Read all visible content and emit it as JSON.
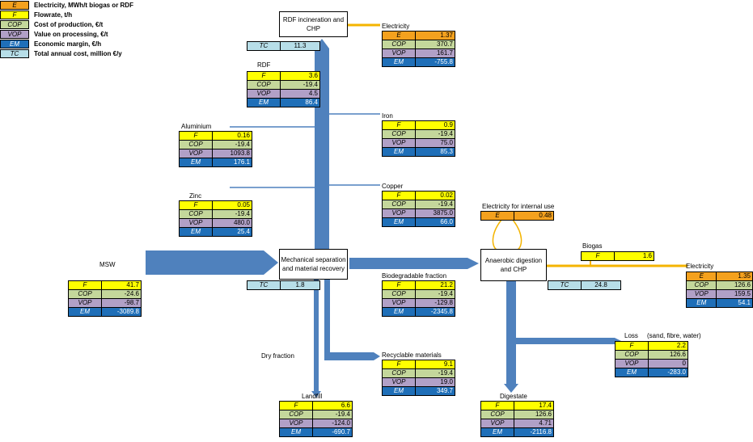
{
  "legend": [
    {
      "key": "E",
      "text": "Electricity, MWh/t biogas or RDF",
      "color": "#f4a11e"
    },
    {
      "key": "F",
      "text": "Flowrate, t/h",
      "color": "#ffff00"
    },
    {
      "key": "COP",
      "text": "Cost of production, €/t",
      "color": "#c4d79b"
    },
    {
      "key": "VOP",
      "text": "Value on processing, €/t",
      "color": "#b1a0c7"
    },
    {
      "key": "EM",
      "text": "Economic margin, €/h",
      "color": "#1f6fb8"
    },
    {
      "key": "TC",
      "text": "Total annual cost, million €/y",
      "color": "#b7dee8"
    }
  ],
  "nodes": {
    "rdf_chp": "RDF incineration and CHP",
    "mechanical": "Mechanical separation and material recovery",
    "anaerobic": "Anaerobic digestion and CHP"
  },
  "labels": {
    "rdf": "RDF",
    "electricity_top": "Electricity",
    "iron": "Iron",
    "aluminium": "Aluminium",
    "zinc": "Zinc",
    "copper": "Copper",
    "msw": "MSW",
    "biodegradable": "Biodegradable fraction",
    "recyclable": "Recyclable materials",
    "dry_fraction": "Dry fraction",
    "landfill": "Landfill",
    "elec_internal": "Electricity for internal use",
    "biogas": "Biogas",
    "electricity_right": "Electricity",
    "loss": "Loss",
    "loss_detail": "(sand, fibre, water)",
    "digestate": "Digestate"
  },
  "tc": {
    "rdf_chp": "11.3",
    "mechanical": "1.8",
    "anaerobic": "24.8"
  },
  "tables": {
    "electricity_top": [
      [
        "E",
        "1.37"
      ],
      [
        "COP",
        "370.7"
      ],
      [
        "VOP",
        "161.7"
      ],
      [
        "EM",
        "-755.8"
      ]
    ],
    "rdf": [
      [
        "F",
        "3.6"
      ],
      [
        "COP",
        "-19.4"
      ],
      [
        "VOP",
        "4.5"
      ],
      [
        "EM",
        "86.4"
      ]
    ],
    "iron": [
      [
        "F",
        "0.9"
      ],
      [
        "COP",
        "-19.4"
      ],
      [
        "VOP",
        "75.0"
      ],
      [
        "EM",
        "85.3"
      ]
    ],
    "aluminium": [
      [
        "F",
        "0.16"
      ],
      [
        "COP",
        "-19.4"
      ],
      [
        "VOP",
        "1093.8"
      ],
      [
        "EM",
        "176.1"
      ]
    ],
    "zinc": [
      [
        "F",
        "0.05"
      ],
      [
        "COP",
        "-19.4"
      ],
      [
        "VOP",
        "480.0"
      ],
      [
        "EM",
        "25.4"
      ]
    ],
    "copper": [
      [
        "F",
        "0.02"
      ],
      [
        "COP",
        "-19.4"
      ],
      [
        "VOP",
        "3875.0"
      ],
      [
        "EM",
        "66.0"
      ]
    ],
    "msw": [
      [
        "F",
        "41.7"
      ],
      [
        "COP",
        "-24.6"
      ],
      [
        "VOP",
        "-98.7"
      ],
      [
        "EM",
        "-3089.8"
      ]
    ],
    "biodegradable": [
      [
        "F",
        "21.2"
      ],
      [
        "COP",
        "-19.4"
      ],
      [
        "VOP",
        "-129.8"
      ],
      [
        "EM",
        "-2345.8"
      ]
    ],
    "recyclable": [
      [
        "F",
        "9.1"
      ],
      [
        "COP",
        "-19.4"
      ],
      [
        "VOP",
        "19.0"
      ],
      [
        "EM",
        "349.7"
      ]
    ],
    "landfill": [
      [
        "F",
        "6.6"
      ],
      [
        "COP",
        "-19.4"
      ],
      [
        "VOP",
        "-124.0"
      ],
      [
        "EM",
        "-690.7"
      ]
    ],
    "elec_internal": [
      [
        "E",
        "0.48"
      ]
    ],
    "biogas": [
      [
        "F",
        "1.6"
      ]
    ],
    "electricity_right": [
      [
        "E",
        "1.35"
      ],
      [
        "COP",
        "126.6"
      ],
      [
        "VOP",
        "159.5"
      ],
      [
        "EM",
        "54.1"
      ]
    ],
    "loss": [
      [
        "F",
        "2.2"
      ],
      [
        "COP",
        "126.6"
      ],
      [
        "VOP",
        "0"
      ],
      [
        "EM",
        "-283.0"
      ]
    ],
    "digestate": [
      [
        "F",
        "17.4"
      ],
      [
        "COP",
        "126.6"
      ],
      [
        "VOP",
        "4.71"
      ],
      [
        "EM",
        "-2116.8"
      ]
    ]
  }
}
